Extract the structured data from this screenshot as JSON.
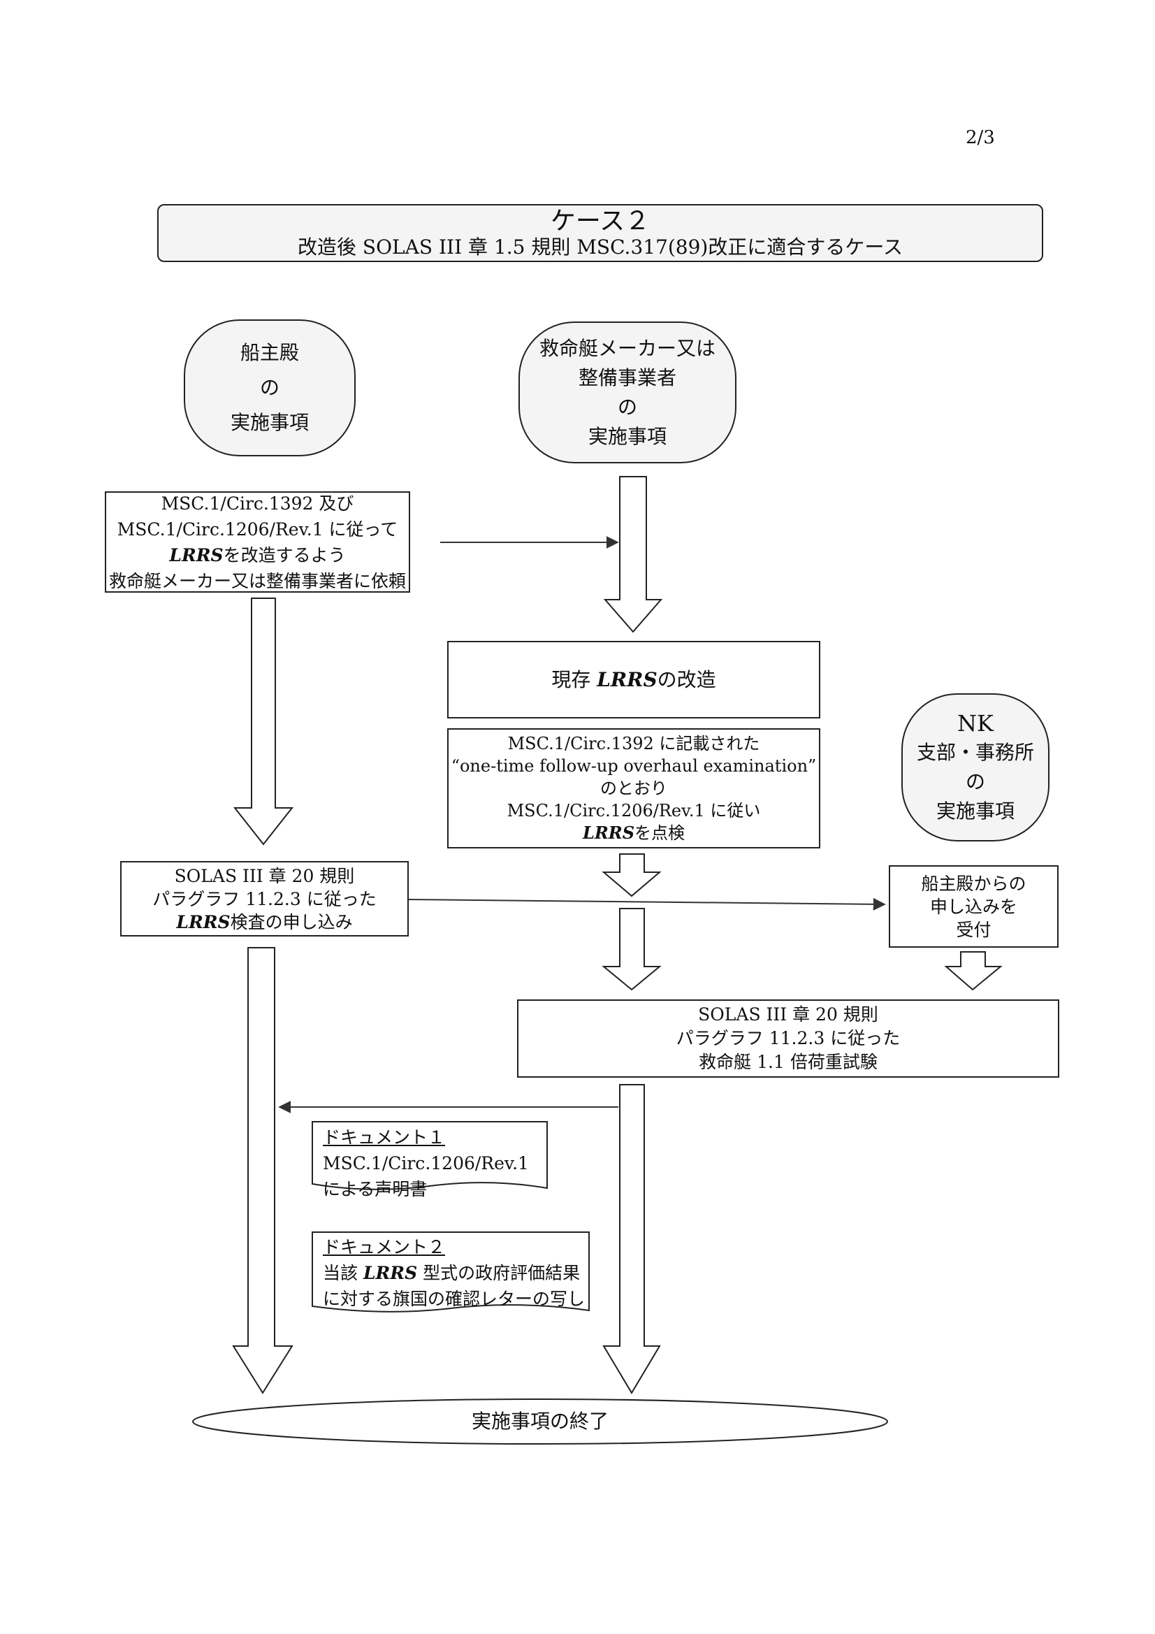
{
  "page_number": "2/3",
  "header": {
    "title": "ケース２",
    "subtitle": "改造後 SOLAS III 章 1.5 規則 MSC.317(89)改正に適合するケース"
  },
  "actors": {
    "owner": [
      "船主殿",
      "の",
      "実施事項"
    ],
    "maker": [
      "救命艇メーカー又は",
      "整備事業者",
      "の",
      "実施事項"
    ],
    "nk": [
      "NK",
      "支部・事務所",
      "の",
      "実施事項"
    ]
  },
  "steps": {
    "owner_request": {
      "lines": [
        "MSC.1/Circ.1392 及び",
        "MSC.1/Circ.1206/Rev.1 に従って"
      ],
      "line3_em": "LRRS",
      "line3_rest": "を改造するよう",
      "line4": "救命艇メーカー又は整備事業者に依頼"
    },
    "modification": {
      "pre": "現存 ",
      "em": "LRRS",
      "post": "の改造"
    },
    "inspection": {
      "lines": [
        "MSC.1/Circ.1392 に記載された",
        "“one-time follow-up overhaul examination”",
        "のとおり",
        "MSC.1/Circ.1206/Rev.1 に従い"
      ],
      "last_em": "LRRS",
      "last_rest": "を点検"
    },
    "application": {
      "lines": [
        "SOLAS III 章 20 規則",
        "パラグラフ 11.2.3 に従った"
      ],
      "last_em": "LRRS",
      "last_rest": "検査の申し込み"
    },
    "nk_receive": [
      "船主殿からの",
      "申し込みを",
      "受付"
    ],
    "load_test": [
      "SOLAS III 章 20 規則",
      "パラグラフ 11.2.3 に従った",
      "救命艇 1.1 倍荷重試験"
    ],
    "end": "実施事項の終了"
  },
  "documents": {
    "doc1": {
      "title": "ドキュメント１",
      "lines": [
        "MSC.1/Circ.1206/Rev.1",
        "による声明書"
      ]
    },
    "doc2": {
      "title": "ドキュメント２",
      "line1_pre": "当該 ",
      "line1_em": "LRRS",
      "line1_post": " 型式の政府評価結果",
      "line2": "に対する旗国の確認レターの写し"
    }
  }
}
